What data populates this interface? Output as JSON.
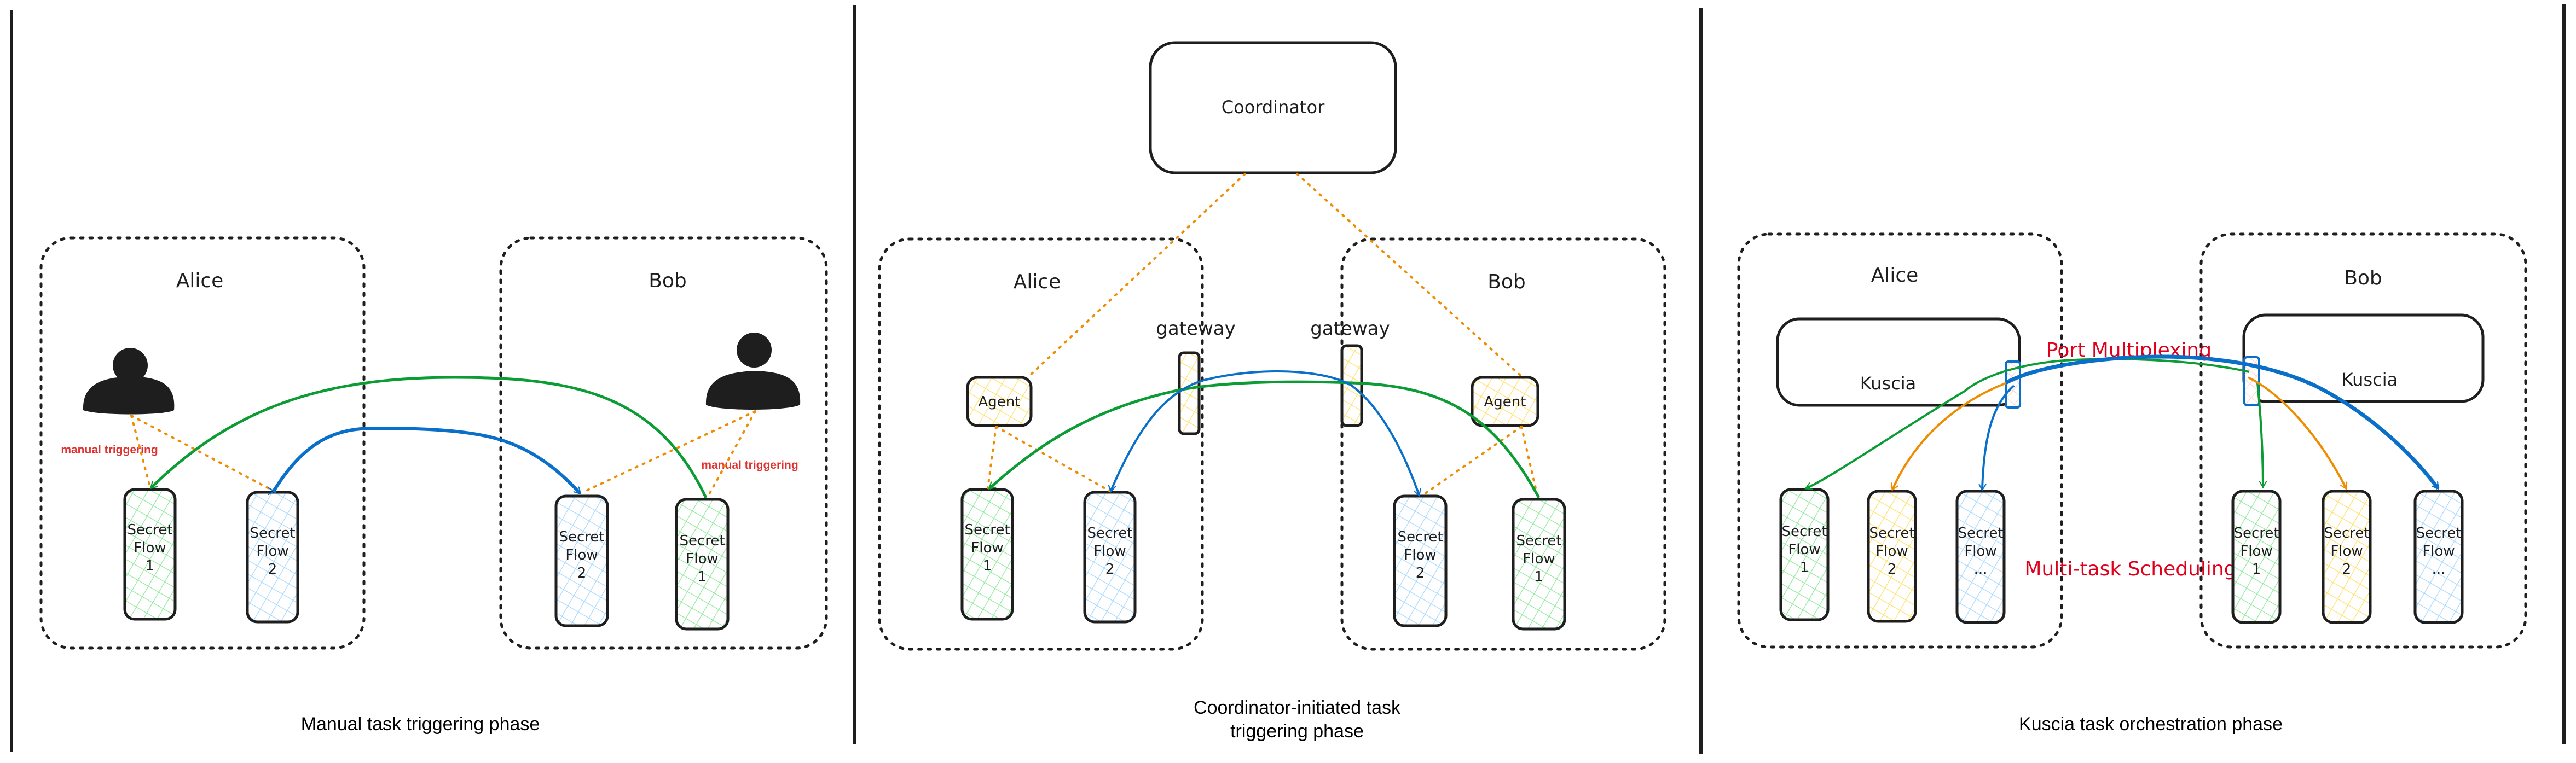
{
  "colors": {
    "ink": "#1e1e1e",
    "green_arrow": "#0b9c34",
    "blue_arrow": "#0a6fc8",
    "orange": "#f08c00",
    "red_label": "#e0001b",
    "green_fill": "#b2f2bb",
    "blue_fill": "#a5d8ff",
    "yellow_fill": "#ffec99",
    "pink_fill": "#ffc9c9"
  },
  "panels": [
    {
      "id": "manual",
      "caption": "Manual task triggering phase",
      "parties": [
        {
          "name": "Alice",
          "actor": "person-icon",
          "actor_label": "manual triggering",
          "flows": [
            {
              "line1": "Secret",
              "line2": "Flow",
              "line3": "1",
              "color": "green"
            },
            {
              "line1": "Secret",
              "line2": "Flow",
              "line3": "2",
              "color": "blue"
            }
          ]
        },
        {
          "name": "Bob",
          "actor": "person-icon",
          "actor_label": "manual triggering",
          "flows": [
            {
              "line1": "Secret",
              "line2": "Flow",
              "line3": "2",
              "color": "blue"
            },
            {
              "line1": "Secret",
              "line2": "Flow",
              "line3": "1",
              "color": "green"
            }
          ]
        }
      ]
    },
    {
      "id": "coordinator",
      "caption_line1": "Coordinator-initiated task",
      "caption_line2": "triggering phase",
      "coordinator_label": "Coordinator",
      "parties": [
        {
          "name": "Alice",
          "agent_label": "Agent",
          "gateway_label": "gateway",
          "flows": [
            {
              "line1": "Secret",
              "line2": "Flow",
              "line3": "1",
              "color": "green"
            },
            {
              "line1": "Secret",
              "line2": "Flow",
              "line3": "2",
              "color": "blue"
            }
          ]
        },
        {
          "name": "Bob",
          "agent_label": "Agent",
          "gateway_label": "gateway",
          "flows": [
            {
              "line1": "Secret",
              "line2": "Flow",
              "line3": "2",
              "color": "blue"
            },
            {
              "line1": "Secret",
              "line2": "Flow",
              "line3": "1",
              "color": "green"
            }
          ]
        }
      ]
    },
    {
      "id": "kuscia",
      "caption": "Kuscia task orchestration phase",
      "port_label": "Port Multiplexing",
      "scheduling_label": "Multi-task Scheduling",
      "parties": [
        {
          "name": "Alice",
          "kuscia_label": "Kuscia",
          "flows": [
            {
              "line1": "Secret",
              "line2": "Flow",
              "line3": "1",
              "color": "green"
            },
            {
              "line1": "Secret",
              "line2": "Flow",
              "line3": "2",
              "color": "yellow"
            },
            {
              "line1": "Secret",
              "line2": "Flow",
              "line3": "...",
              "color": "blue"
            }
          ]
        },
        {
          "name": "Bob",
          "kuscia_label": "Kuscia",
          "flows": [
            {
              "line1": "Secret",
              "line2": "Flow",
              "line3": "1",
              "color": "green"
            },
            {
              "line1": "Secret",
              "line2": "Flow",
              "line3": "2",
              "color": "yellow"
            },
            {
              "line1": "Secret",
              "line2": "Flow",
              "line3": "...",
              "color": "blue"
            }
          ]
        }
      ]
    }
  ]
}
